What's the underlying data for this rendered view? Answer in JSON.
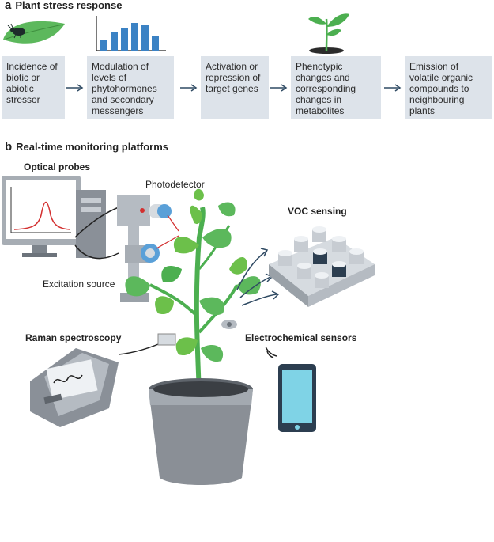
{
  "panel_a": {
    "letter": "a",
    "title": "Plant stress response",
    "steps": [
      {
        "text": "Incidence of biotic or abiotic stressor",
        "icon": "leaf-with-insect-icon"
      },
      {
        "text": "Modulation of levels of phytohormones and secondary messengers",
        "icon": "bar-chart-icon"
      },
      {
        "text": "Activation or repression of target genes",
        "icon": ""
      },
      {
        "text": "Phenotypic changes and corresponding changes in metabolites",
        "icon": "seedling-icon"
      },
      {
        "text": "Emission of volatile organic compounds to neighbouring plants",
        "icon": ""
      }
    ]
  },
  "panel_b": {
    "letter": "b",
    "title": "Real-time monitoring platforms",
    "labels": {
      "optical_probes": "Optical probes",
      "photodetector": "Photodetector",
      "excitation_source": "Excitation source",
      "voc_sensing": "VOC sensing",
      "raman_spectroscopy": "Raman spectroscopy",
      "electrochemical_sensors": "Electrochemical sensors"
    }
  },
  "colors": {
    "step_box": "#dde3ea",
    "arrow": "#2f4a63",
    "leaf_green": "#5cb85c",
    "dark_green": "#2e7d32",
    "bar_blue": "#3b82c4",
    "pot_grey": "#8a8f96",
    "device_grey": "#9aa1a8",
    "phone_screen": "#7fd3e6"
  }
}
